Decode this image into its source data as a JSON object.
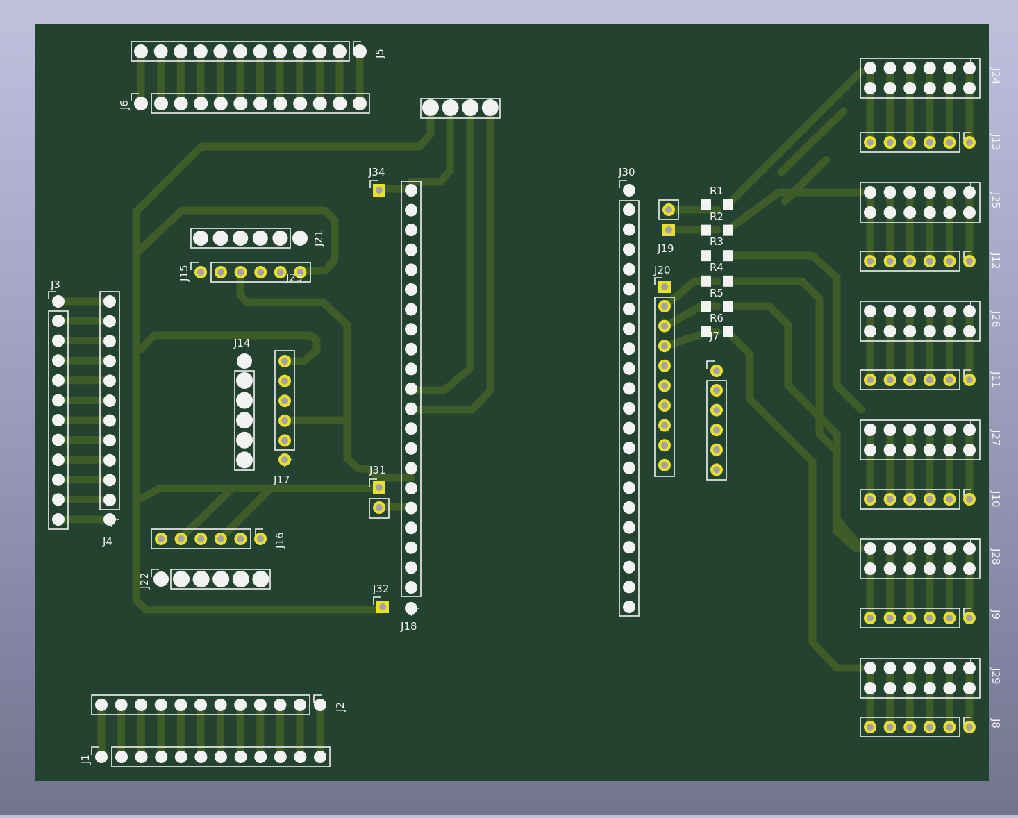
{
  "viewer": {
    "background_top": "#c0c1dd",
    "background_bottom": "#73738f"
  },
  "board": {
    "substrate_color": "#234330",
    "track_color": "#3e5c28",
    "silkscreen_color": "#f2f2f2",
    "plated_pad_color": "#e7e02e",
    "drill_color": "#a89fa0",
    "bare_pad_color": "#f2f2f2"
  },
  "components": {
    "J1": "J1",
    "J2": "J2",
    "J3": "J3",
    "J4": "J4",
    "J5": "J5",
    "J6": "J6",
    "J7": "J7",
    "J8": "J8",
    "J9": "J9",
    "J10": "J10",
    "J11": "J11",
    "J12": "J12",
    "J13": "J13",
    "J14": "J14",
    "J15": "J15",
    "J16": "J16",
    "J17": "J17",
    "J18": "J18",
    "J19": "J19",
    "J20": "J20",
    "J21": "J21",
    "J22": "J22",
    "J23": "J23",
    "J24": "J24",
    "J25": "J25",
    "J26": "J26",
    "J27": "J27",
    "J28": "J28",
    "J29": "J29",
    "J30": "J30",
    "J31": "J31",
    "J32": "J32",
    "J34": "J34",
    "R1": "R1",
    "R2": "R2",
    "R3": "R3",
    "R4": "R4",
    "R5": "R5",
    "R6": "R6"
  }
}
